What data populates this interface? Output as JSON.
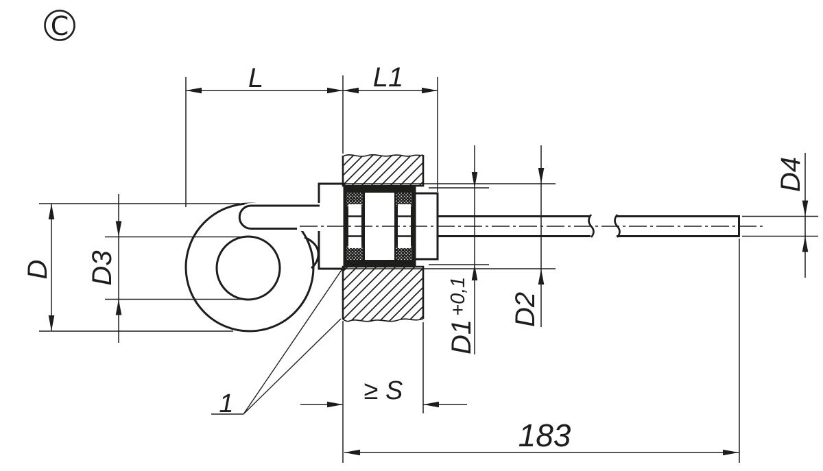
{
  "drawing": {
    "view_label": "C",
    "line_color": "#1d1d1b",
    "background_color": "#ffffff",
    "dimensions": {
      "top": {
        "hook_length_label": "L",
        "grommet_length_label": "L1"
      },
      "left": {
        "outer_diameter_label": "D",
        "inner_diameter_label": "D3"
      },
      "right": {
        "hole_diameter_label": "D1",
        "hole_diameter_tolerance": "+0,1",
        "flange_diameter_label": "D2",
        "wire_diameter_label": "D4"
      },
      "bottom": {
        "plate_thickness_label": "≥ S",
        "cable_length_value": "183"
      }
    },
    "callouts": {
      "item_number": "1"
    }
  }
}
